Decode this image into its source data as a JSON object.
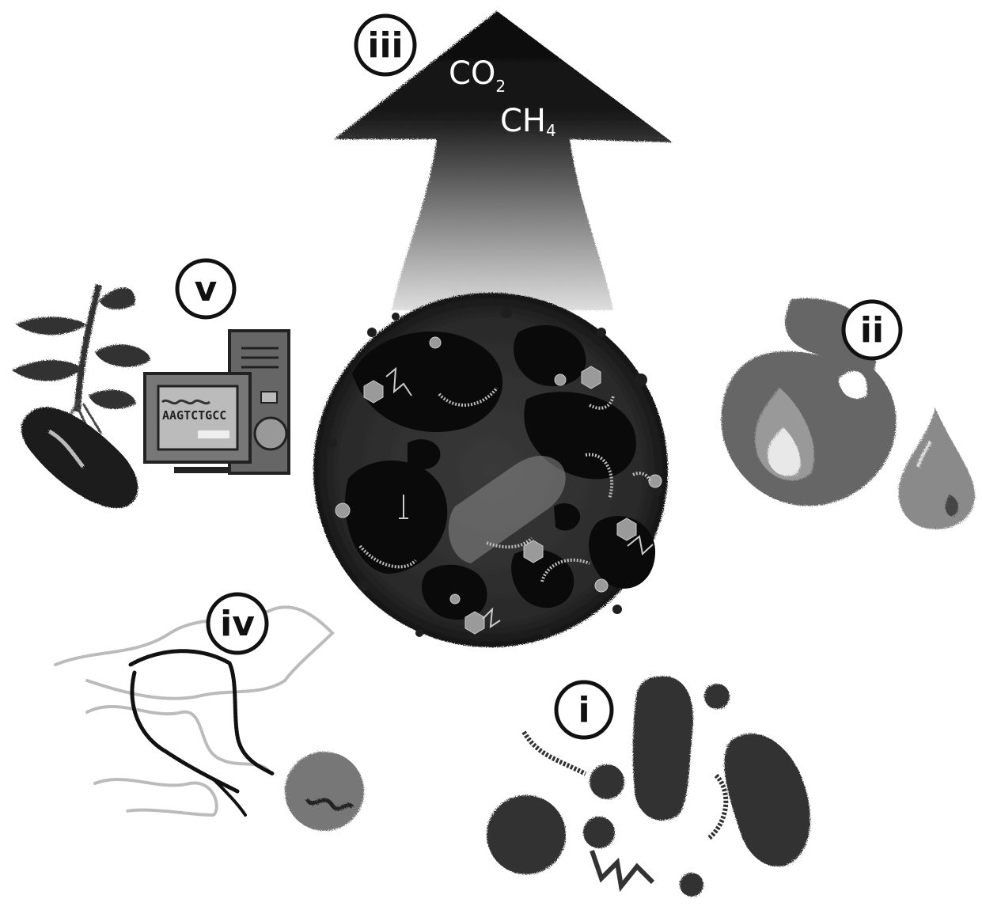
{
  "labels": {
    "i": "i",
    "ii": "ii",
    "iii": "iii",
    "iv": "iv",
    "v": "v"
  },
  "gases": {
    "co2_main": "CO",
    "co2_sub": "2",
    "ch4_main": "CH",
    "ch4_sub": "4"
  },
  "computer": {
    "sequence": "AAGTCTGCC"
  },
  "icons": [
    "soil-aggregate-icon",
    "gas-arrow-icon",
    "fire-icon",
    "water-drop-icon",
    "microbes-icon",
    "dna-strand-icon",
    "plant-icon",
    "computer-icon"
  ],
  "colors": {
    "ink": "#111111",
    "soil": "#1a1a1a",
    "pore_gray": "#555555",
    "flame_gray": "#666666",
    "microbe_gray": "#333333",
    "light_gray": "#bbbbbb"
  }
}
